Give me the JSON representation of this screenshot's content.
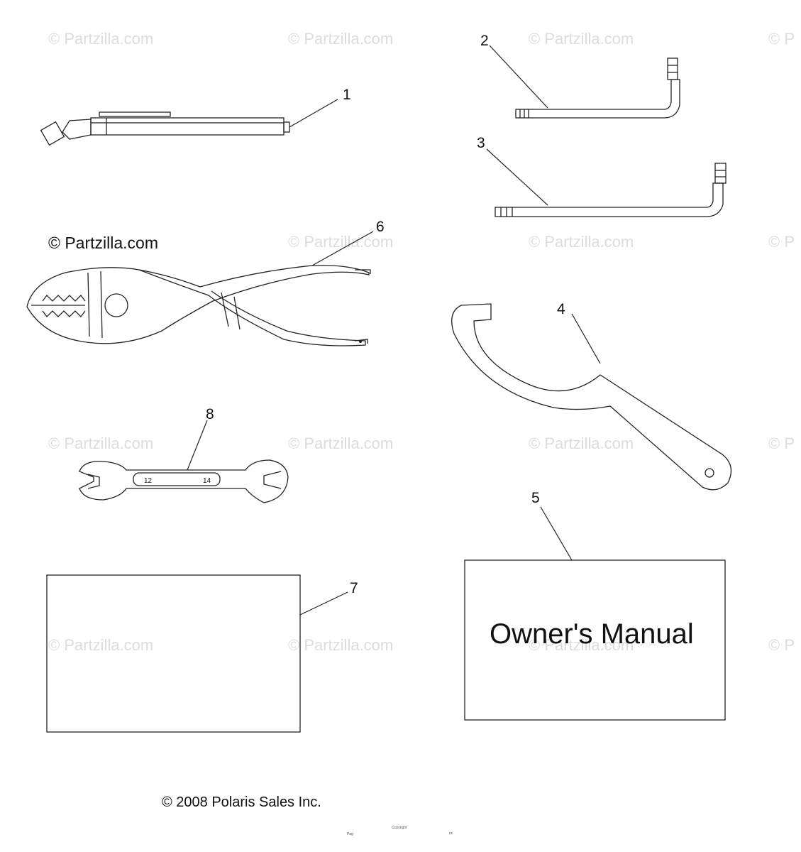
{
  "watermark": {
    "text": "© Partzilla.com",
    "edge_text": "© P",
    "dark_text": "© Partzilla.com"
  },
  "callouts": [
    {
      "id": "1",
      "part": "tire pressure gauge"
    },
    {
      "id": "2",
      "part": "hex key wrench (short)"
    },
    {
      "id": "3",
      "part": "hex key wrench (long)"
    },
    {
      "id": "4",
      "part": "spanner wrench"
    },
    {
      "id": "5",
      "part": "owner's manual"
    },
    {
      "id": "6",
      "part": "pliers"
    },
    {
      "id": "7",
      "part": "document"
    },
    {
      "id": "8",
      "part": "open end wrench"
    }
  ],
  "wrench_sizes": [
    "12",
    "14"
  ],
  "manual_title": "Owner's Manual",
  "copyright": "© 2008 Polaris Sales Inc.",
  "footer_tiny": [
    "Pag",
    "Copyright",
    "nc"
  ]
}
